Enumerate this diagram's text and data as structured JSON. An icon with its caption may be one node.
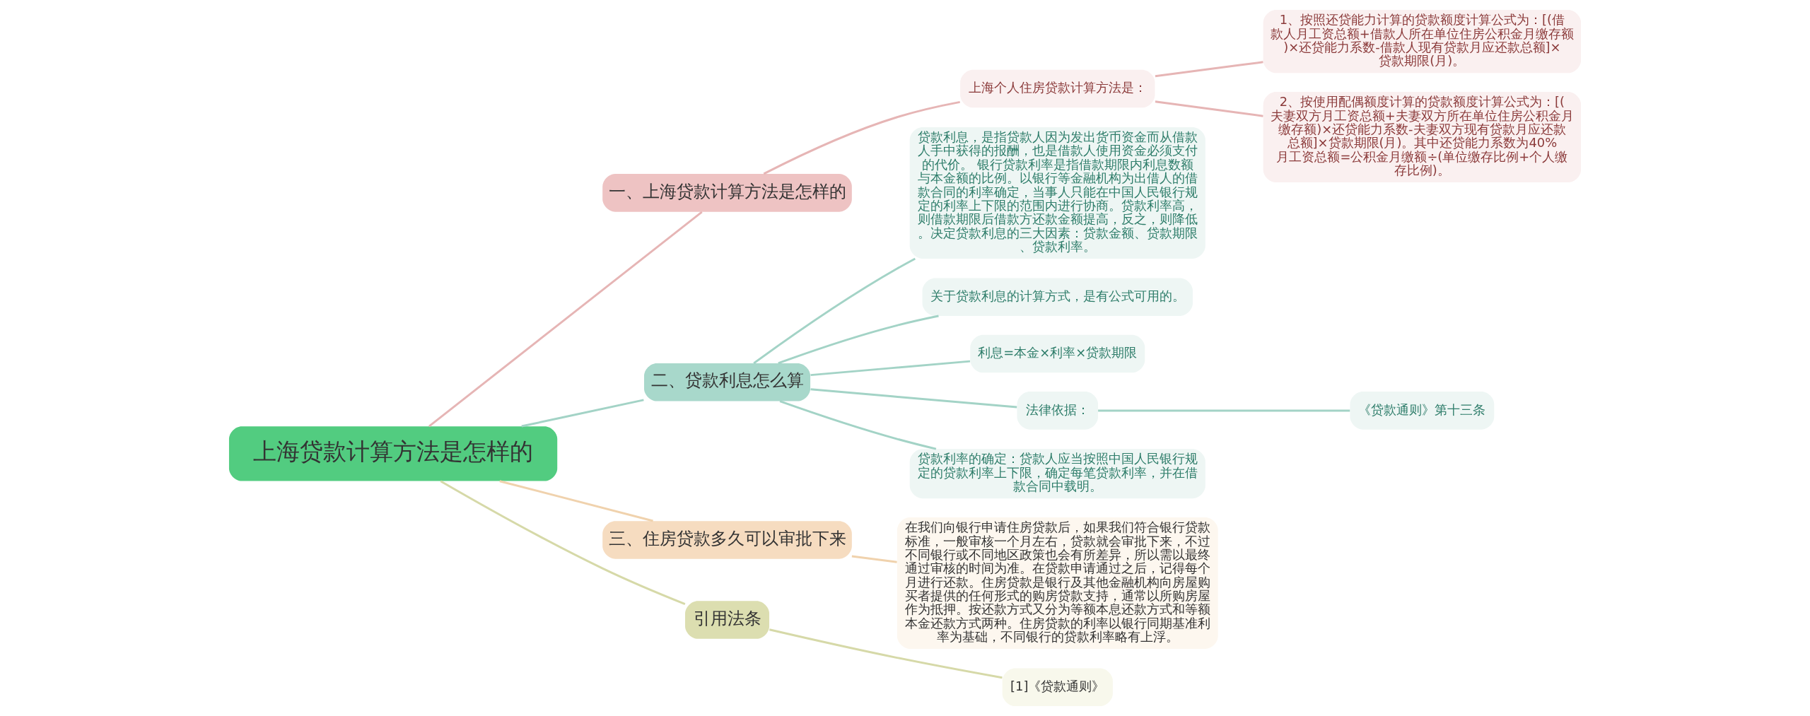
{
  "diagram": {
    "nodes": [
      {
        "text": [
          "上海贷款计算方法是怎样的"
        ]
      },
      {
        "text": [
          "一、上海贷款计算方法是怎样的"
        ]
      },
      {
        "text": [
          "上海个人住房贷款计算方法是："
        ]
      },
      {
        "text": [
          "1、按照还贷能力计算的贷款额度计算公式为：[(借款人月工资总额+借款人所在单位住房公积金月缴存额)×还贷能力系数-借款人现有贷款月应还款总额]×贷款期限(月)。"
        ]
      },
      {
        "text": [
          "2、按使用配偶额度计算的贷款额度计算公式为：[(夫妻双方月工资总额+夫妻双方所在单位住房公积金月缴存额)×还贷能力系数-夫妻双方现有贷款月应还款总额]×贷款期限(月)。其中还贷能力系数为40%月工资总额=公积金月缴额÷(单位缴存比例+个人缴存比例)。"
        ]
      },
      {
        "text": [
          "二、贷款利息怎么算"
        ]
      },
      {
        "text": [
          "贷款利息，是指贷款人因为发出货币资金而从借款人手中获得的报酬，也是借款人使用资金必须支付的代价。 银行贷款利率是指借款期限内利息数额与本金额的比例。以银行等金融机构为出借人的借款合同的利率确定，当事人只能在中国人民银行规定的利率上下限的范围内进行协商。贷款利率高，则借款期限后借款方还款金额提高，反之，则降低。决定贷款利息的三大因素：贷款金额、贷款期限、贷款利率。"
        ]
      },
      {
        "text": [
          "关于贷款利息的计算方式，是有公式可用的。"
        ]
      },
      {
        "text": [
          "利息=本金×利率×贷款期限"
        ]
      },
      {
        "text": [
          "法律依据："
        ]
      },
      {
        "text": [
          "《贷款通则》第十三条"
        ]
      },
      {
        "text": [
          "贷款利率的确定：贷款人应当按照中国人民银行规定的贷款利率上下限，确定每笔贷款利率，并在借款合同中载明。"
        ]
      },
      {
        "text": [
          "三、住房贷款多久可以审批下来"
        ]
      },
      {
        "text": [
          "在我们向银行申请住房贷款后，如果我们符合银行贷款标准，一般审核一个月左右，贷款就会审批下来，不过不同银行或不同地区政策也会有所差异，所以需以最终通过审核的时间为准。在贷款申请通过之后，记得每个月进行还款。住房贷款是银行及其他金融机构向房屋购买者提供的任何形式的购房贷款支持，通常以所购房屋作为抵押。按还款方式又分为等额本息还款方式和等额本金还款方式两种。住房贷款的利率以银行同期基准利率为基础，不同银行的贷款利率略有上浮。"
        ]
      },
      {
        "text": [
          "引用法条"
        ]
      },
      {
        "text": [
          "[1]《贷款通则》"
        ]
      }
    ],
    "edges": [
      {
        "from": 0,
        "to": 1,
        "arrow": "none",
        "color": "#e6b5b5"
      },
      {
        "from": 1,
        "to": 2,
        "arrow": "none",
        "color": "#e6b5b5"
      },
      {
        "from": 2,
        "to": 3,
        "arrow": "none",
        "color": "#e6b5b5"
      },
      {
        "from": 2,
        "to": 4,
        "arrow": "none",
        "color": "#e6b5b5"
      },
      {
        "from": 0,
        "to": 5,
        "arrow": "none"
      },
      {
        "from": 5,
        "to": 6,
        "arrow": "none"
      },
      {
        "from": 5,
        "to": 7,
        "arrow": "none"
      },
      {
        "from": 5,
        "to": 8,
        "arrow": "none"
      },
      {
        "from": 5,
        "to": 9,
        "arrow": "none"
      },
      {
        "from": 9,
        "to": 10,
        "arrow": "none"
      },
      {
        "from": 5,
        "to": 11,
        "arrow": "none"
      },
      {
        "from": 0,
        "to": 12,
        "arrow": "none",
        "color": "#f0d2ad"
      },
      {
        "from": 12,
        "to": 13,
        "arrow": "none",
        "color": "#f0d2ad"
      },
      {
        "from": 0,
        "to": 14,
        "arrow": "none",
        "color": "#d6d9a8"
      },
      {
        "from": 14,
        "to": 15,
        "arrow": "none",
        "color": "#d6d9a8"
      }
    ]
  }
}
